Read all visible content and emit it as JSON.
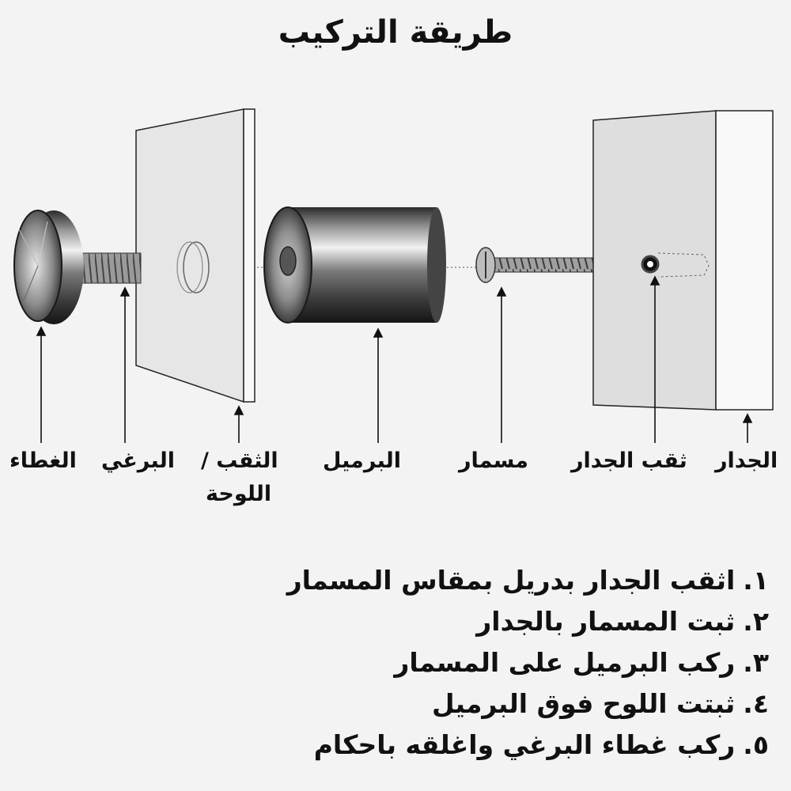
{
  "title": "طريقة التركيب",
  "labels": {
    "cap": "الغطاء",
    "screw": "البرغي",
    "panel_hole_line1": "الثقب /",
    "panel_hole_line2": "اللوحة",
    "barrel": "البرميل",
    "nail": "مسمار",
    "wall_hole": "ثقب الجدار",
    "wall": "الجدار"
  },
  "steps": [
    {
      "num": "١.",
      "text": "اثقب الجدار بدريل بمقاس المسمار"
    },
    {
      "num": "٢.",
      "text": "ثبت المسمار بالجدار"
    },
    {
      "num": "٣.",
      "text": "ركب البرميل على المسمار"
    },
    {
      "num": "٤.",
      "text": "ثبتت اللوح فوق البرميل"
    },
    {
      "num": "٥.",
      "text": "ركب غطاء البرغي واغلقه باحكام"
    }
  ]
}
